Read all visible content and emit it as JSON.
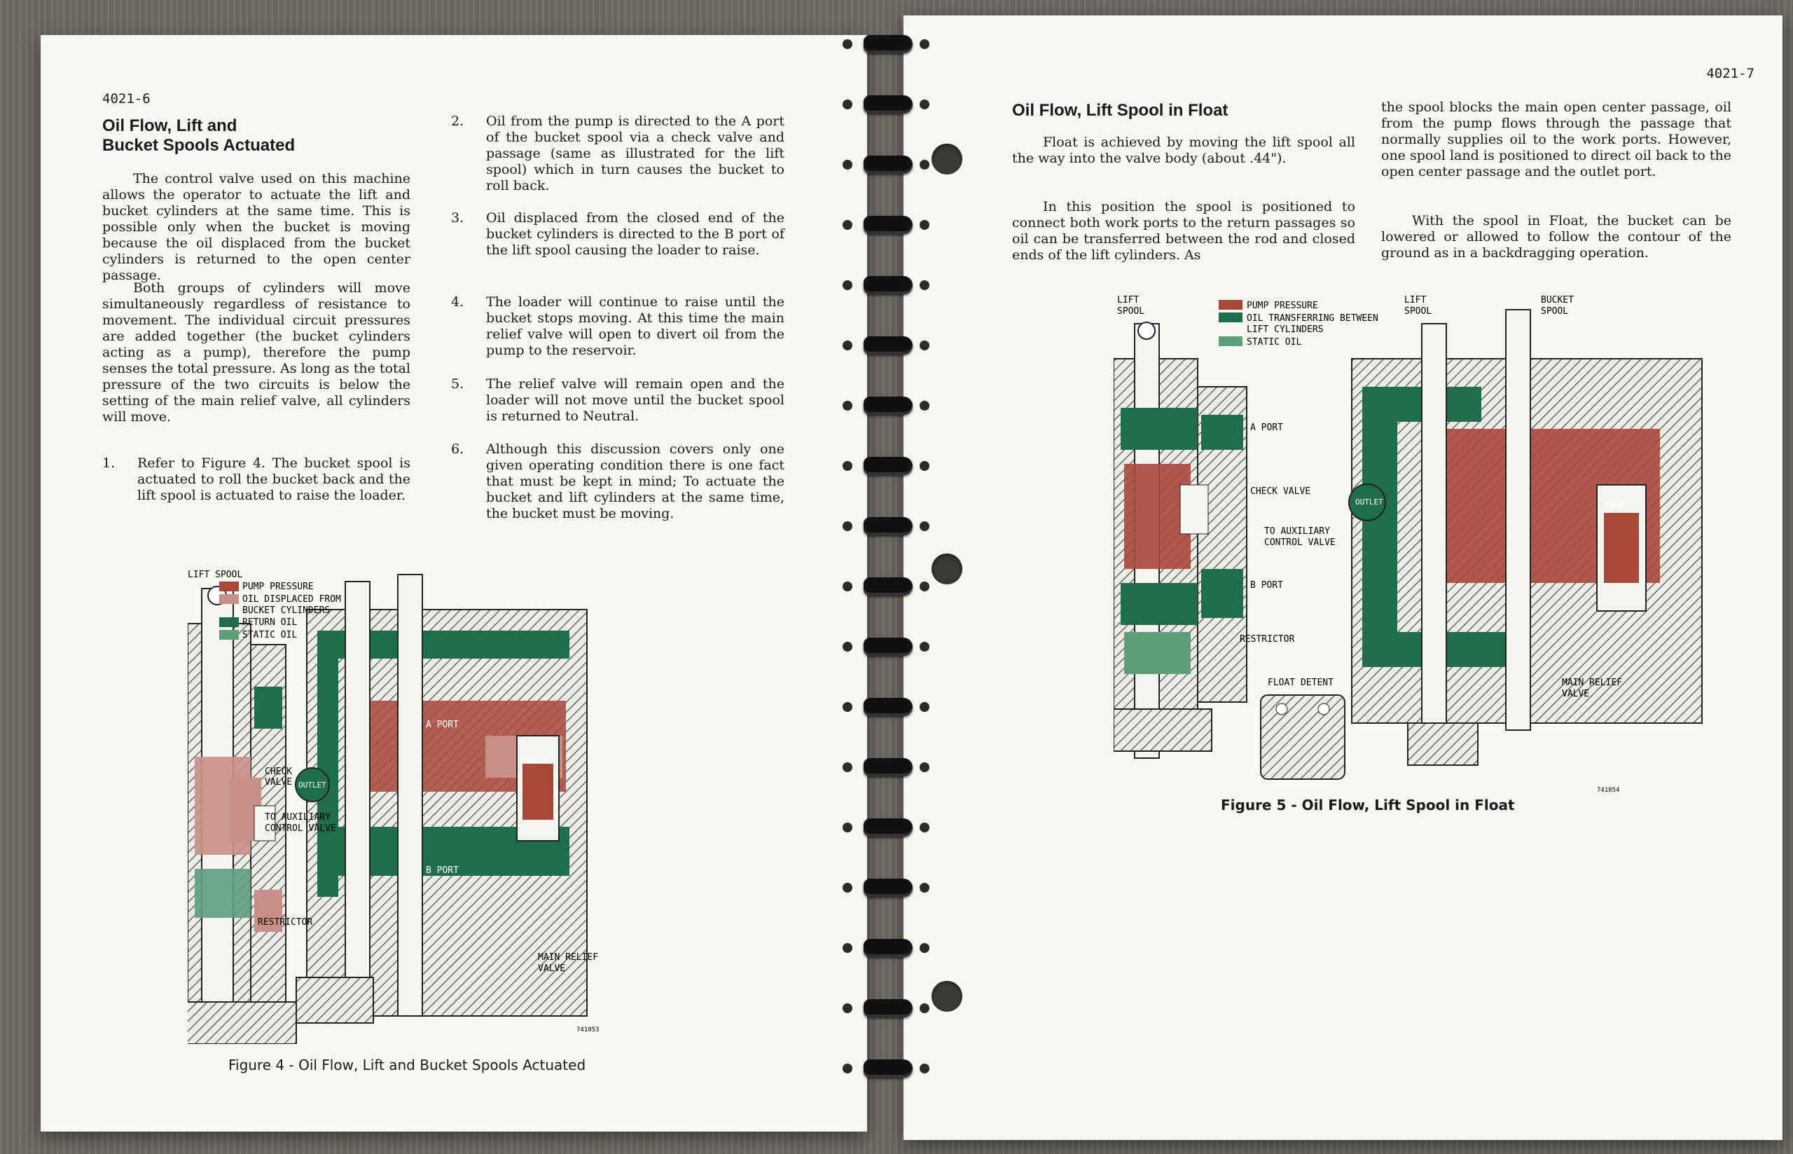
{
  "left_page": {
    "page_number": "4021-6",
    "heading_line1": "Oil Flow, Lift and",
    "heading_line2": "Bucket Spools Actuated",
    "para1": "The control valve used on this machine allows the operator to actuate the lift and bucket cylinders at the same time. This is possible only when the bucket is moving because the oil displaced from the bucket cylinders is returned to the open center passage.",
    "para2": "Both groups of cylinders will move simultaneously regardless of resistance to movement. The individual circuit pressures are added together (the bucket cylinders acting as a pump), therefore the pump senses the total pressure. As long as the total pressure of the two circuits is below the setting of the main relief valve, all cylinders will move.",
    "steps": [
      {
        "num": "1.",
        "text": "Refer to Figure 4. The bucket spool is actuated to roll the bucket back and the lift spool is actuated to raise the loader."
      },
      {
        "num": "2.",
        "text": "Oil from the pump is directed to the A port of the bucket spool via a check valve and passage (same as illustrated for the lift spool) which in turn causes the bucket to roll back."
      },
      {
        "num": "3.",
        "text": "Oil displaced from the closed end of the bucket cylinders is directed to the B port of the lift spool causing the loader to raise."
      },
      {
        "num": "4.",
        "text": "The loader will continue to raise until the bucket stops moving. At this time the main relief valve will open to divert oil from the pump to the reservoir."
      },
      {
        "num": "5.",
        "text": "The relief valve will remain open and the loader will not move until the bucket spool is returned to Neutral."
      },
      {
        "num": "6.",
        "text": "Although this discussion covers only one given operating condition there is one fact that must be kept in mind; To actuate the bucket and lift cylinders at the same time, the bucket must be moving."
      }
    ],
    "figure": {
      "labels": {
        "lift_spool": "LIFT SPOOL",
        "check_valve_1": "CHECK",
        "check_valve_2": "VALVE",
        "aux_1": "TO AUXILIARY",
        "aux_2": "CONTROL VALVE",
        "restrictor": "RESTRICTOR",
        "a_port": "A PORT",
        "b_port": "B PORT",
        "outlet": "OUTLET",
        "inlet": "INLET",
        "relief_1": "MAIN RELIEF",
        "relief_2": "VALVE",
        "code": "741053"
      },
      "legend": [
        {
          "lines": [
            "PUMP PRESSURE"
          ],
          "color": "#a8483a"
        },
        {
          "lines": [
            "OIL DISPLACED FROM",
            "BUCKET CYLINDERS"
          ],
          "color": "#c98f86"
        },
        {
          "lines": [
            "RETURN OIL"
          ],
          "color": "#1f6e48"
        },
        {
          "lines": [
            "STATIC OIL"
          ],
          "color": "#5e9f7b"
        }
      ],
      "caption": "Figure 4 - Oil Flow, Lift and Bucket Spools Actuated"
    }
  },
  "right_page": {
    "page_number": "4021-7",
    "heading": "Oil Flow, Lift Spool in Float",
    "para1": "Float is achieved by moving the lift spool all the way into the valve body (about .44\").",
    "para2": "In this position the spool is positioned to connect both work ports to the return passages so oil can be transferred between the rod and closed ends of the lift cylinders. As",
    "para3": "the spool blocks the main open center passage, oil from the pump flows through the passage that normally supplies oil to the work ports. However, one spool land is positioned to direct oil back to the open center passage and the outlet port.",
    "para4": "With the spool in Float, the bucket can be lowered or allowed to follow the contour of the ground as in a backdragging operation.",
    "figure": {
      "labels": {
        "lift_spool_1": "LIFT",
        "lift_spool_2": "SPOOL",
        "bucket_spool_1": "BUCKET",
        "bucket_spool_2": "SPOOL",
        "a_port": "A PORT",
        "check_valve": "CHECK VALVE",
        "aux_1": "TO AUXILIARY",
        "aux_2": "CONTROL VALVE",
        "b_port": "B PORT",
        "restrictor": "RESTRICTOR",
        "float_detent": "FLOAT DETENT",
        "outlet": "OUTLET",
        "inlet": "INLET",
        "relief_1": "MAIN RELIEF",
        "relief_2": "VALVE",
        "code": "741054"
      },
      "legend": [
        {
          "lines": [
            "PUMP PRESSURE"
          ],
          "color": "#a8483a"
        },
        {
          "lines": [
            "OIL TRANSFERRING BETWEEN",
            "LIFT CYLINDERS"
          ],
          "color": "#1f6e48"
        },
        {
          "lines": [
            "STATIC OIL"
          ],
          "color": "#5e9f7b"
        }
      ],
      "caption": "Figure 5 - Oil Flow, Lift Spool in Float"
    }
  }
}
